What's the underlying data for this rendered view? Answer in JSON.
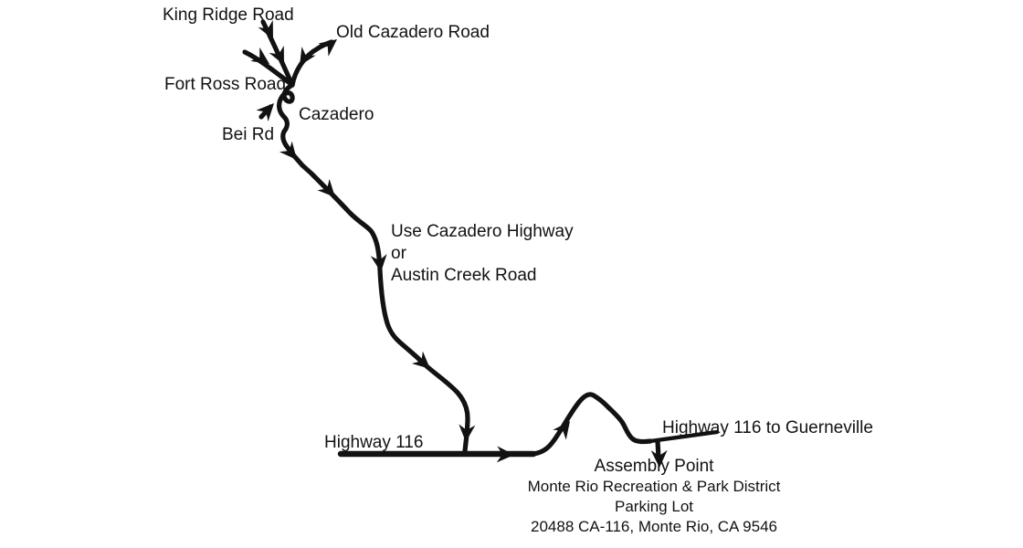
{
  "map": {
    "roads": {
      "king_ridge_road": "King Ridge Road",
      "old_cazadero_road": "Old Cazadero Road",
      "fort_ross_road": "Fort Ross Road",
      "cazadero": "Cazadero",
      "bei_rd": "Bei Rd",
      "route_note_line1": "Use Cazadero Highway",
      "route_note_line2": "or",
      "route_note_line3": "Austin Creek Road",
      "highway_116": "Highway 116",
      "highway_116_to_guerneville": "Highway 116 to Guerneville"
    },
    "assembly": {
      "title": "Assembly Point",
      "district": "Monte Rio Recreation & Park District",
      "lot": "Parking Lot",
      "address": "20488 CA-116, Monte Rio, CA 9546"
    },
    "colors": {
      "ink": "#121212",
      "background": "#ffffff"
    }
  }
}
